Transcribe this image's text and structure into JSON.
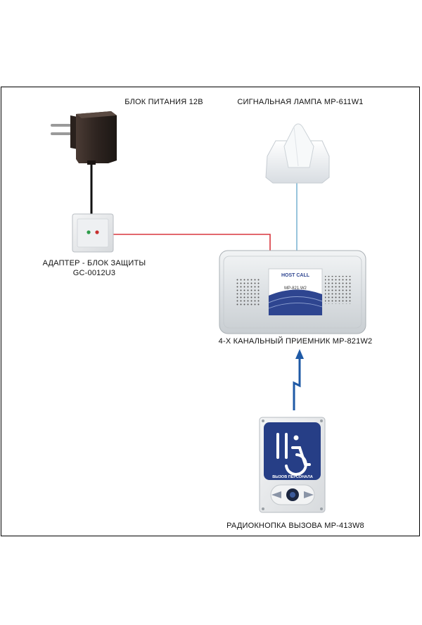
{
  "labels": {
    "power_supply": "БЛОК ПИТАНИЯ 12В",
    "signal_lamp": "СИГНАЛЬНАЯ ЛАМПА MP-611W1",
    "adapter_line1": "АДАПТЕР - БЛОК ЗАЩИТЫ",
    "adapter_line2": "GC-0012U3",
    "receiver": "4-Х КАНАЛЬНЫЙ ПРИЕМНИК MP-821W2",
    "call_button": "РАДИОКНОПКА ВЫЗОВА MP-413W8"
  },
  "receiver_panel": {
    "brand": "HOST CALL",
    "model": "MP-821.W2"
  },
  "call_button_panel": {
    "caption": "ВЫЗОВ ПЕРСОНАЛА"
  },
  "colors": {
    "wire_red": "#d9363e",
    "wire_blue": "#7fb6d3",
    "radio_arrow": "#1f5aa6",
    "sign_blue": "#263e86"
  }
}
